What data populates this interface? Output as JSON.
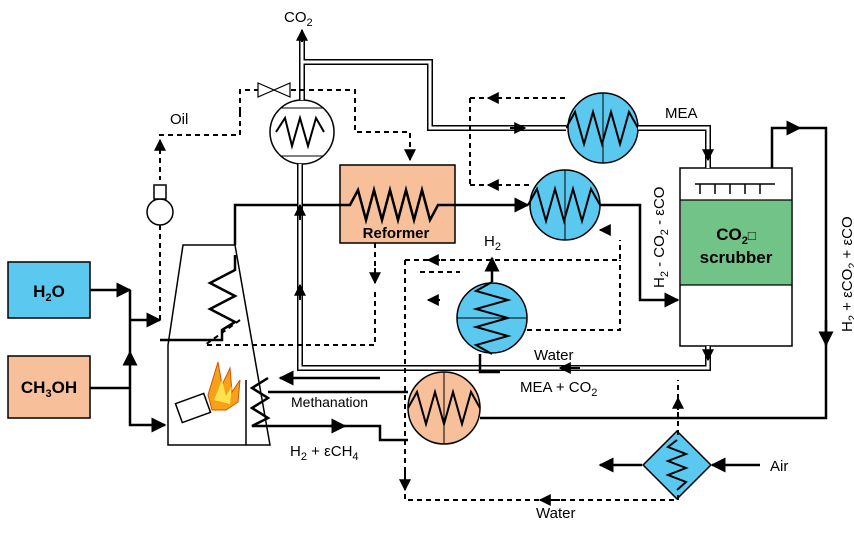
{
  "inputs": {
    "water": {
      "label": "H",
      "sub": "2",
      "tail": "O",
      "color": "#5bc8ef"
    },
    "methanol": {
      "label": "CH",
      "sub": "3",
      "tail": "OH",
      "color": "#f7c09a"
    },
    "air": "Air"
  },
  "units": {
    "reformer": {
      "label": "Reformer",
      "color": "#f7c09a"
    },
    "scrubber": {
      "line1": "CO",
      "line1_sub": "2",
      "line1_tail": "□",
      "line2": "scrubber",
      "color": "#72c387"
    },
    "methanation": {
      "label": "Methanation"
    }
  },
  "streams": {
    "co2_top": {
      "a": "CO",
      "sub": "2"
    },
    "oil": "Oil",
    "mea": "MEA",
    "h2_out": {
      "a": "H",
      "sub": "2"
    },
    "water_mid": "Water",
    "water_bottom": "Water",
    "mea_co2": {
      "a": "MEA + CO",
      "sub": "2"
    },
    "h2_ch4": {
      "a": "H",
      "sub": "2",
      "b": " + εCH",
      "sub2": "4"
    },
    "side_left": {
      "a": "H",
      "s1": "2",
      "b": " - CO",
      "s2": "2",
      "c": " - εCO"
    },
    "side_right": {
      "a": "H",
      "s1": "2",
      "b": " + εCO",
      "s2": "2",
      "c": " + εCO"
    }
  },
  "colors": {
    "hx_blue": "#5bc8ef",
    "hx_orange": "#f7c09a",
    "line": "#000000"
  }
}
